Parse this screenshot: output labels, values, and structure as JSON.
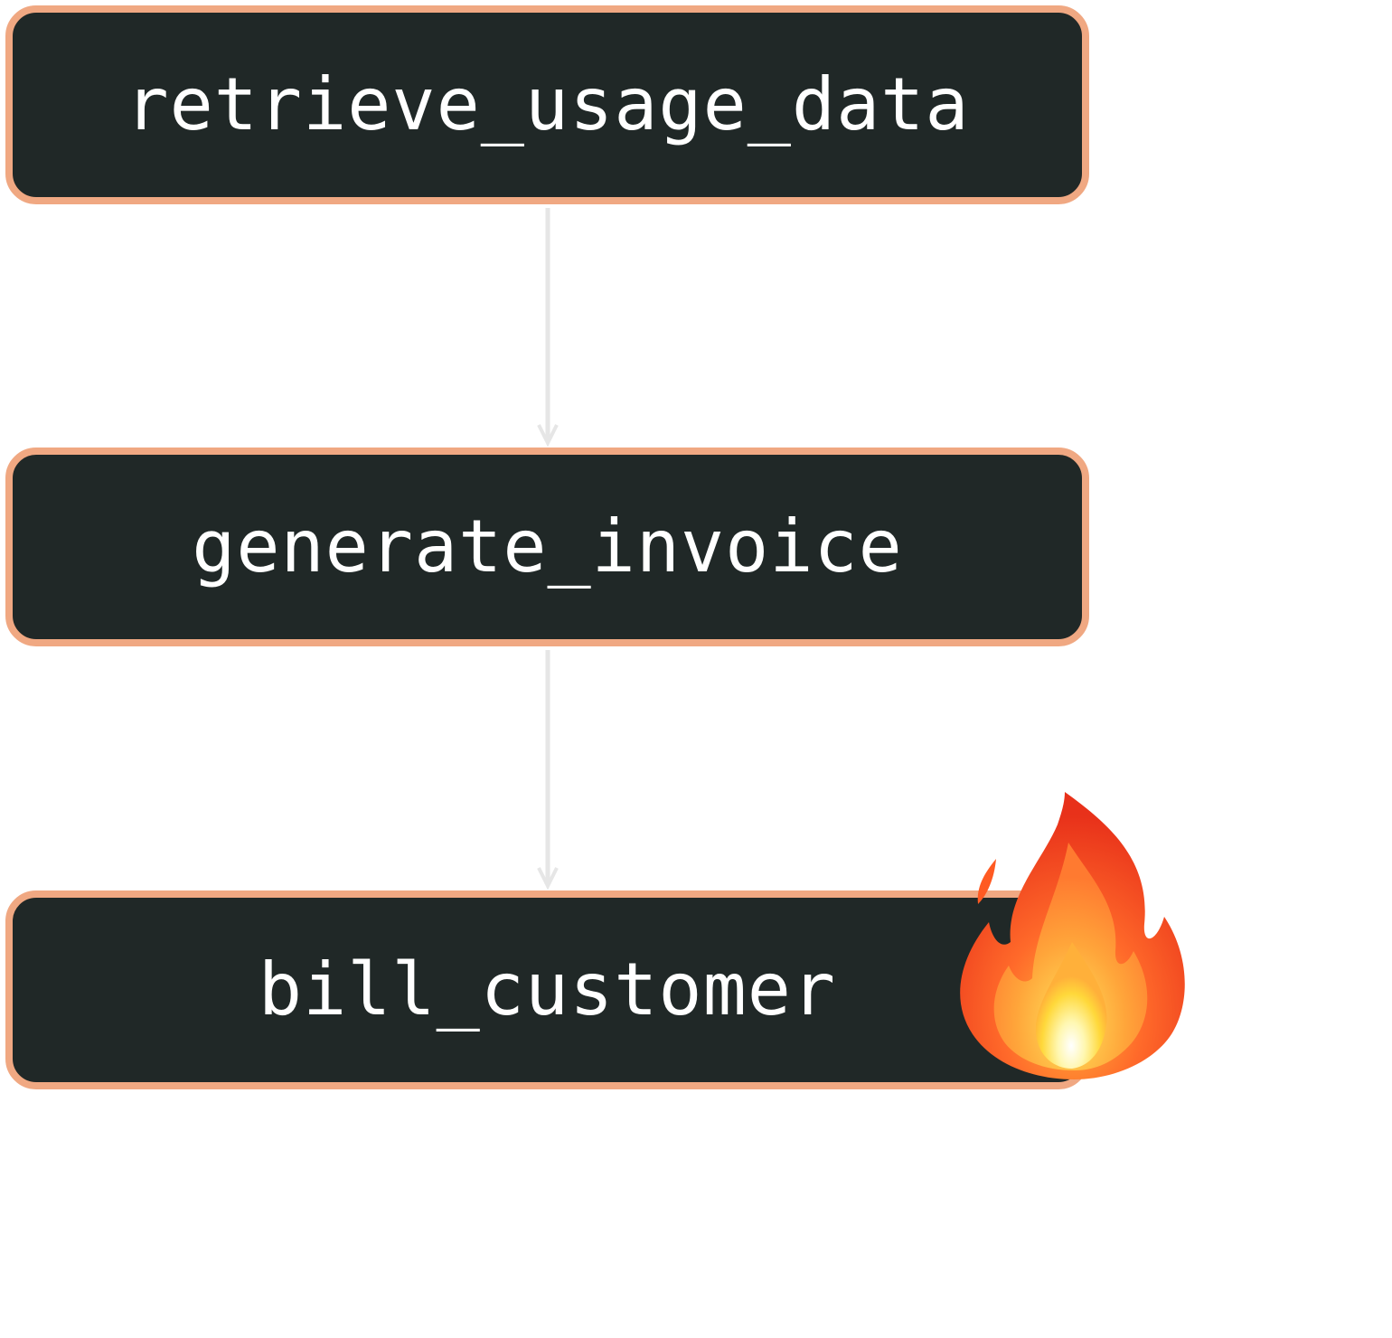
{
  "diagram": {
    "type": "flowchart",
    "direction": "top-to-bottom",
    "nodes": [
      {
        "id": "retrieve_usage_data",
        "label": "retrieve_usage_data"
      },
      {
        "id": "generate_invoice",
        "label": "generate_invoice"
      },
      {
        "id": "bill_customer",
        "label": "bill_customer",
        "marker_icon": "fire-icon"
      }
    ],
    "edges": [
      {
        "from": "retrieve_usage_data",
        "to": "generate_invoice"
      },
      {
        "from": "generate_invoice",
        "to": "bill_customer"
      }
    ]
  },
  "colors": {
    "node_fill": "#202827",
    "node_border": "#f0a882",
    "node_text": "#ffffff",
    "edge": "#e6e6e6",
    "background": "#ffffff"
  }
}
